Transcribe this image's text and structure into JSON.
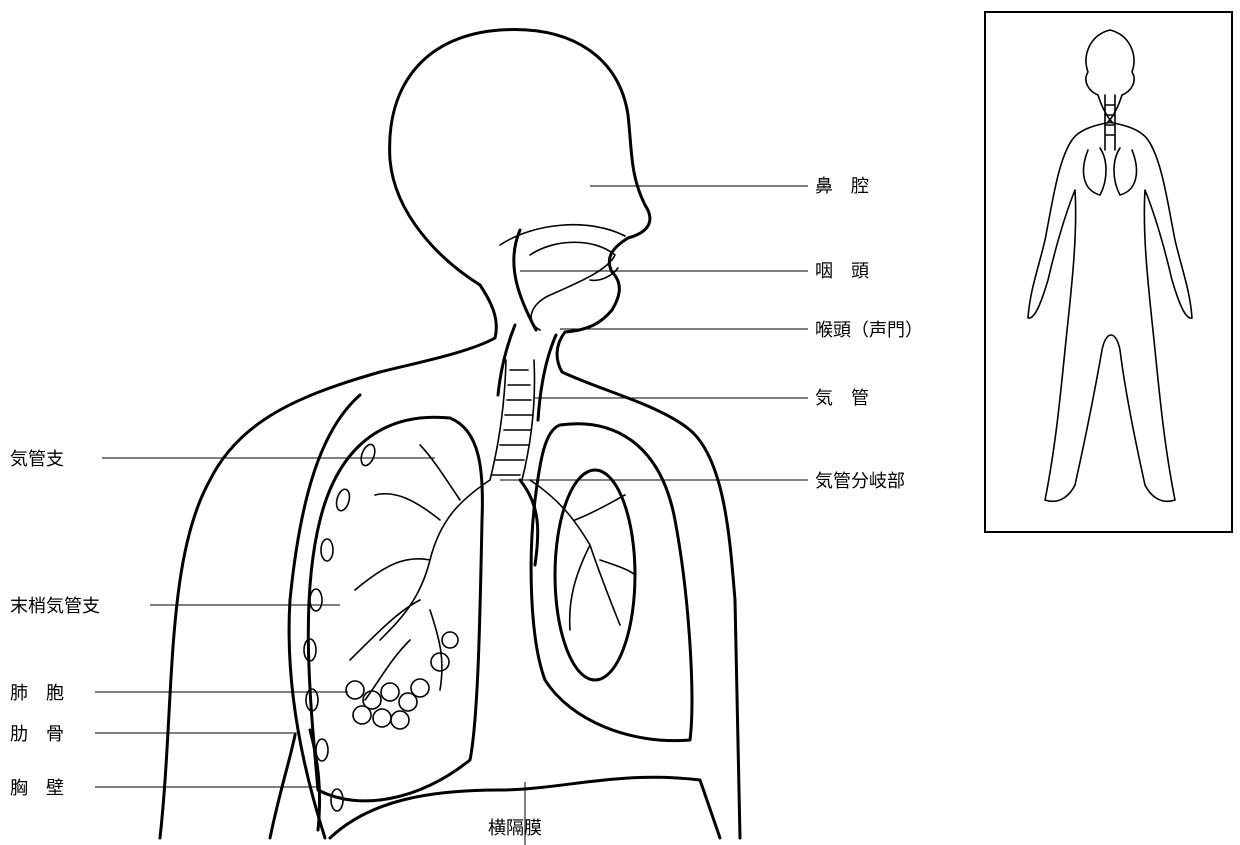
{
  "labels": {
    "nasal_cavity": "鼻　腔",
    "pharynx": "咽　頭",
    "larynx": "喉頭（声門）",
    "trachea": "気　管",
    "carina": "気管分岐部",
    "bronchus": "気管支",
    "peripheral_bronchus": "末梢気管支",
    "alveoli": "肺　胞",
    "rib": "肋　骨",
    "chest_wall": "胸　壁",
    "diaphragm": "横隔膜"
  }
}
